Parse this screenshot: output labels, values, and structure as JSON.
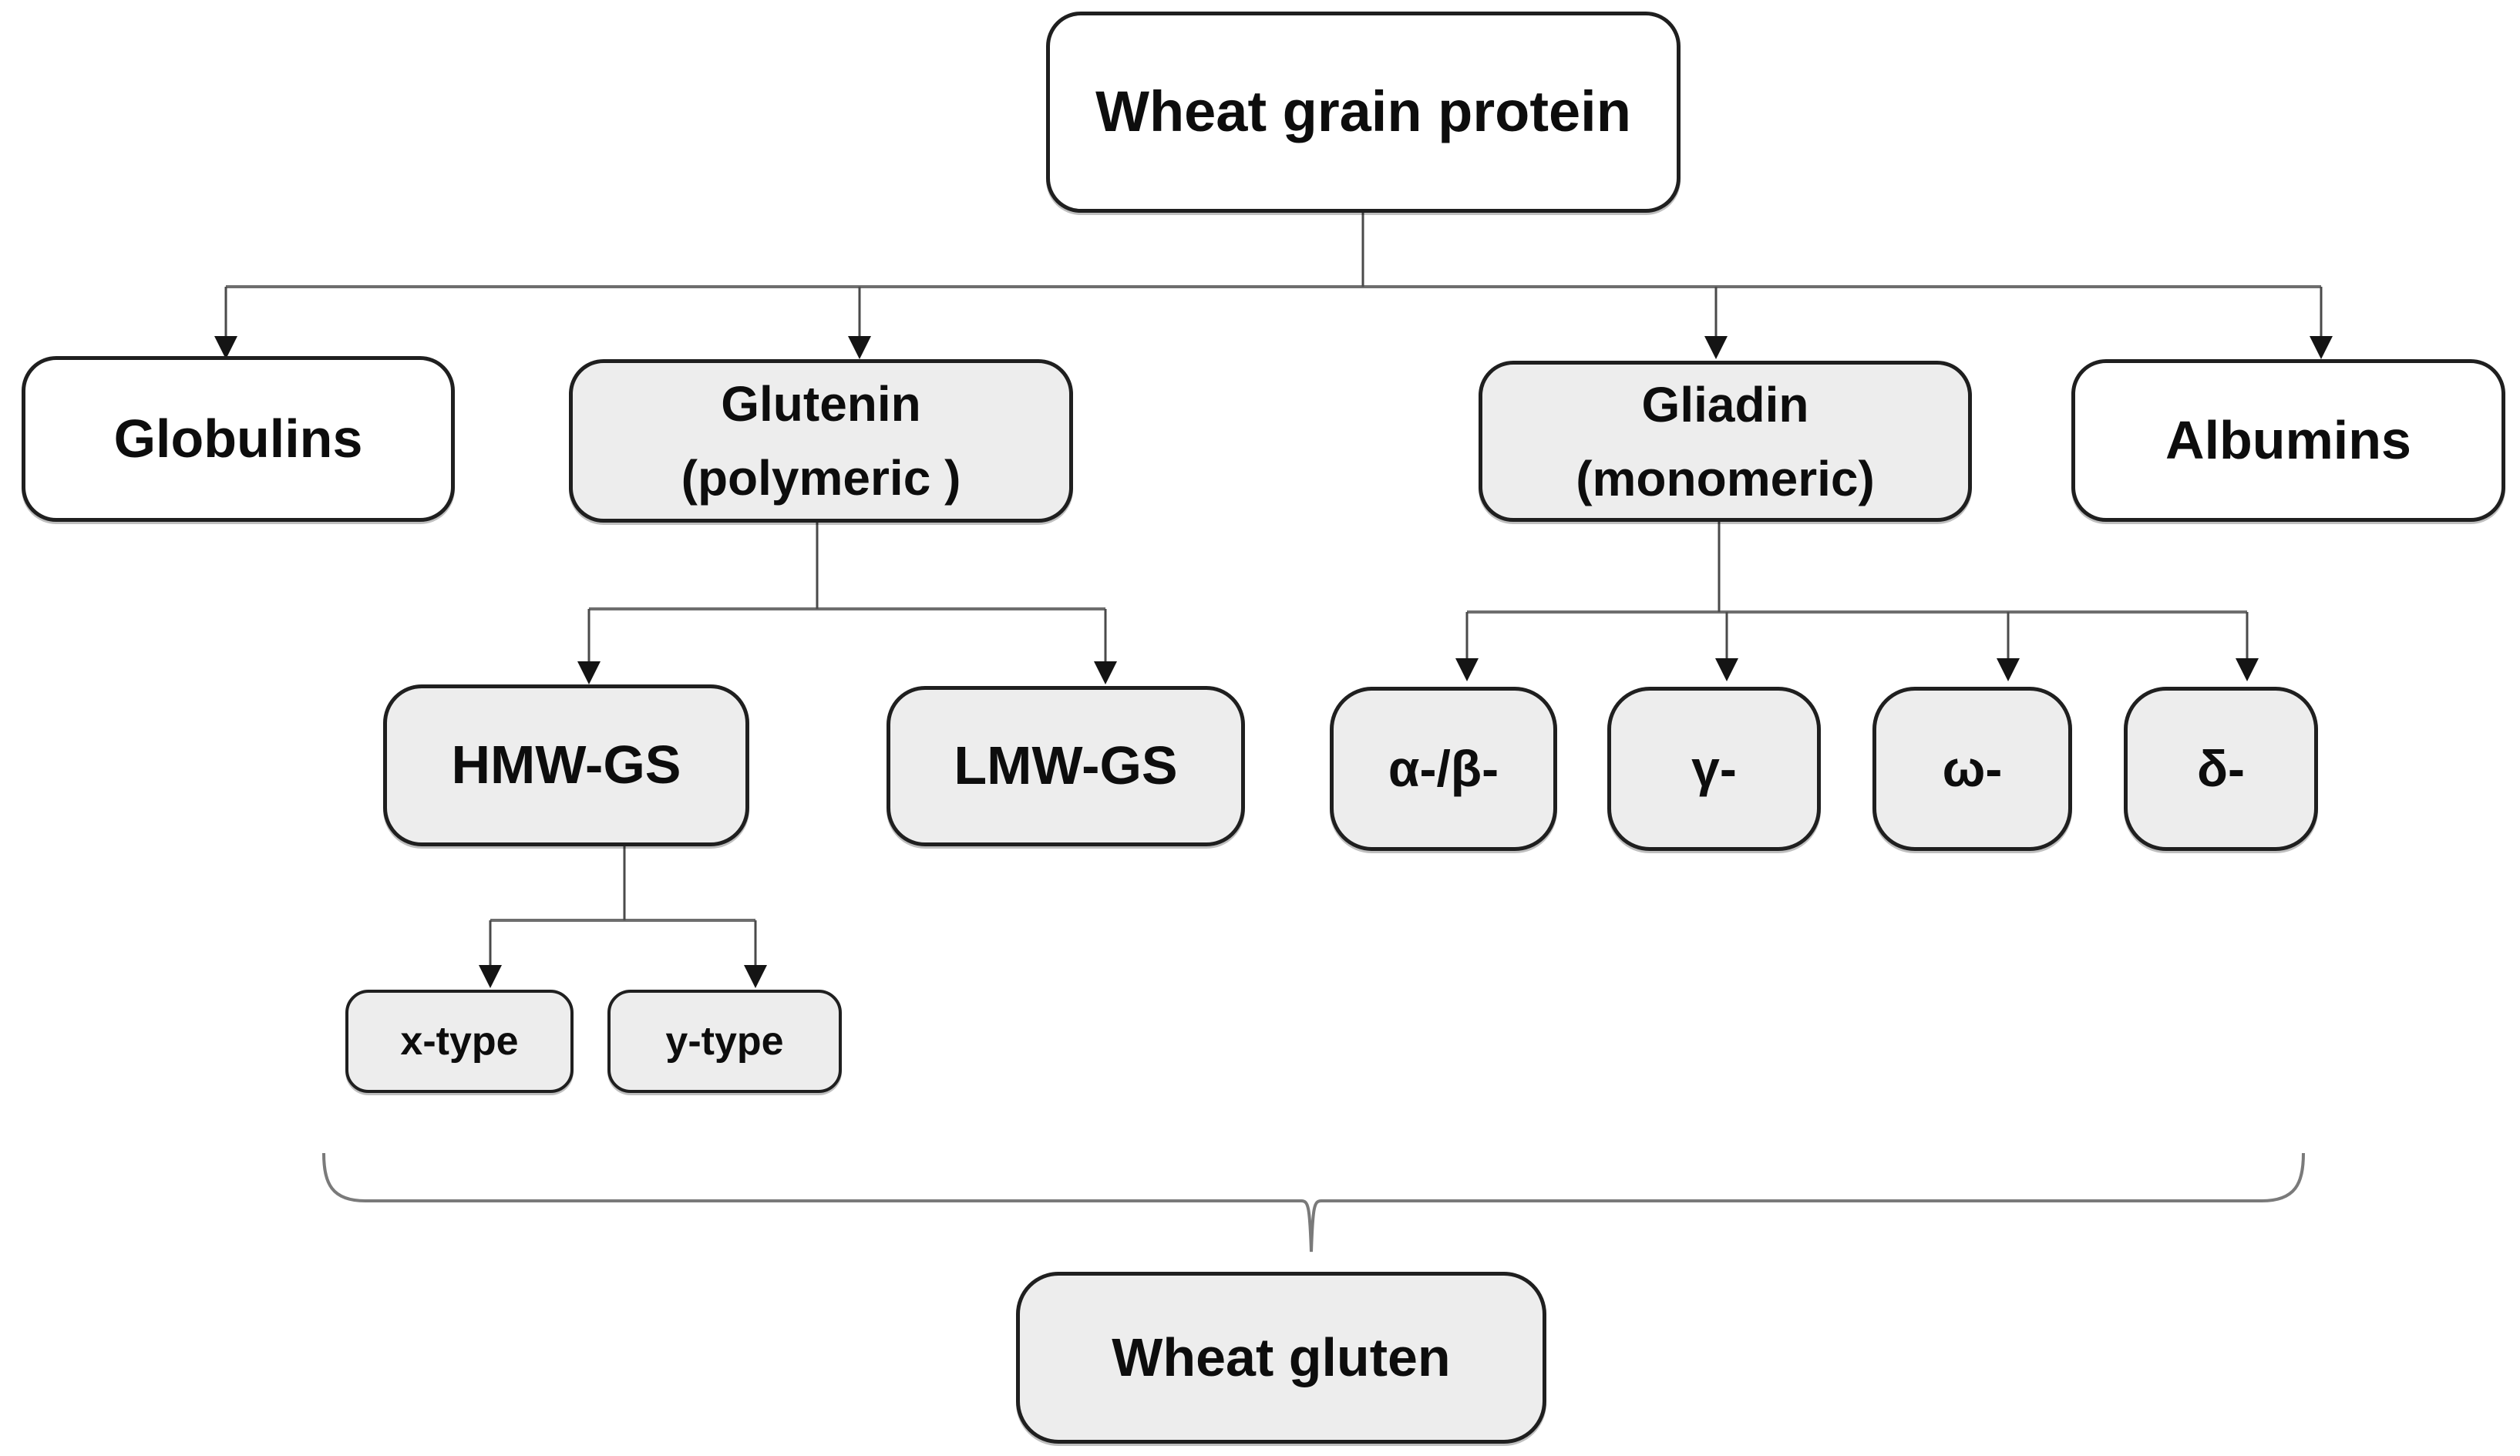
{
  "diagram_title": "Wheat grain protein classification flowchart",
  "colors": {
    "background": "#ffffff",
    "box_fill_gray": "#ededed",
    "box_fill_white": "#ffffff",
    "box_border": "#1f1f1f",
    "connector_horizontal": "#6e6e6e",
    "connector_vertical": "#4a4a4a",
    "arrowhead": "#141414",
    "brace": "#7a7a7a",
    "text": "#0d0d0d"
  },
  "nodes": {
    "root": {
      "label": "Wheat grain protein",
      "fill": "white"
    },
    "globulins": {
      "label": "Globulins",
      "fill": "white"
    },
    "glutenin": {
      "label": "Glutenin",
      "sublabel": "(polymeric )",
      "fill": "gray"
    },
    "gliadin": {
      "label": "Gliadin",
      "sublabel": "(monomeric)",
      "fill": "gray"
    },
    "albumins": {
      "label": "Albumins",
      "fill": "white"
    },
    "hmw": {
      "label": "HMW-GS",
      "fill": "gray"
    },
    "lmw": {
      "label": "LMW-GS",
      "fill": "gray"
    },
    "alpha_beta": {
      "label": "α-/β-",
      "fill": "gray"
    },
    "gamma": {
      "label": "γ-",
      "fill": "gray"
    },
    "omega": {
      "label": "ω-",
      "fill": "gray"
    },
    "delta": {
      "label": "δ-",
      "fill": "gray"
    },
    "x_type": {
      "label": "x-type",
      "fill": "gray"
    },
    "y_type": {
      "label": "y-type",
      "fill": "gray"
    },
    "gluten": {
      "label": "Wheat gluten",
      "fill": "gray"
    }
  },
  "edges": [
    {
      "from": "root",
      "to": "globulins"
    },
    {
      "from": "root",
      "to": "glutenin"
    },
    {
      "from": "root",
      "to": "gliadin"
    },
    {
      "from": "root",
      "to": "albumins"
    },
    {
      "from": "glutenin",
      "to": "hmw"
    },
    {
      "from": "glutenin",
      "to": "lmw"
    },
    {
      "from": "hmw",
      "to": "x_type"
    },
    {
      "from": "hmw",
      "to": "y_type"
    },
    {
      "from": "gliadin",
      "to": "alpha_beta"
    },
    {
      "from": "gliadin",
      "to": "gamma"
    },
    {
      "from": "gliadin",
      "to": "omega"
    },
    {
      "from": "gliadin",
      "to": "delta"
    },
    {
      "brace_from": [
        "glutenin",
        "gliadin"
      ],
      "to": "gluten"
    }
  ]
}
